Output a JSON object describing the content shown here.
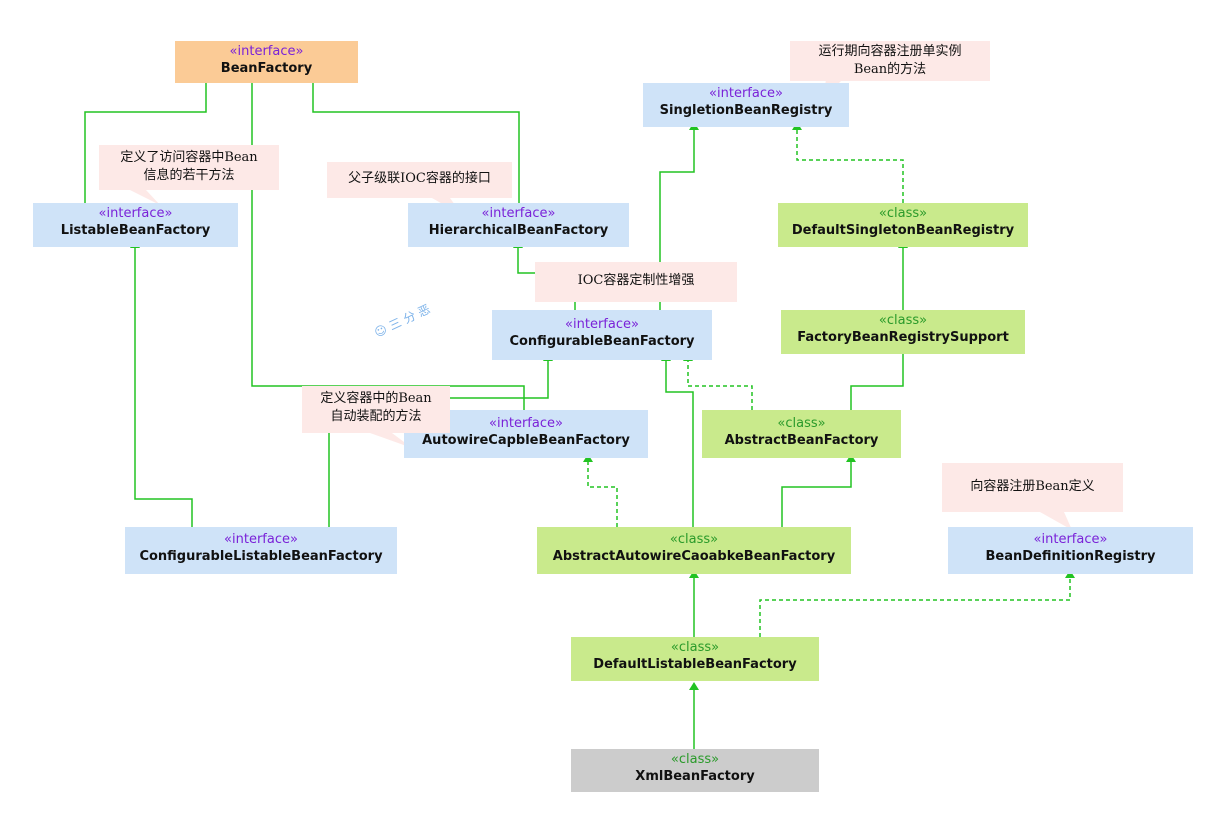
{
  "stereotypes": {
    "interface": "«interface»",
    "class": "«class»"
  },
  "nodes": {
    "bean_factory": "BeanFactory",
    "listable_bean_factory": "ListableBeanFactory",
    "hierarchical_bean_factory": "HierarchicalBeanFactory",
    "singleton_bean_registry": "SingletionBeanRegistry",
    "default_singleton_bean_registry": "DefaultSingletonBeanRegistry",
    "configurable_bean_factory": "ConfigurableBeanFactory",
    "factory_bean_registry_support": "FactoryBeanRegistrySupport",
    "autowire_capable_bean_factory": "AutowireCapbleBeanFactory",
    "abstract_bean_factory": "AbstractBeanFactory",
    "configurable_listable_bean_factory": "ConfigurableListableBeanFactory",
    "abstract_autowire_capable_bean_factory": "AbstractAutowireCaoabkeBeanFactory",
    "bean_definition_registry": "BeanDefinitionRegistry",
    "default_listable_bean_factory": "DefaultListableBeanFactory",
    "xml_bean_factory": "XmlBeanFactory"
  },
  "notes": {
    "singleton_line1": "运行期向容器注册单实例",
    "singleton_line2": "Bean的方法",
    "listable_line1": "定义了访问容器中Bean",
    "listable_line2": "信息的若干方法",
    "hierarchical": "父子级联IOC容器的接口",
    "configurable": "IOC容器定制性增强",
    "autowire_line1": "定义容器中的Bean",
    "autowire_line2": "自动装配的方法",
    "registry": "向容器注册Bean定义"
  },
  "watermark": "三 分 恶",
  "colors": {
    "interface_fill": "#cfe3f8",
    "class_fill": "#c9ea8c",
    "root_fill": "#fbcb96",
    "xml_fill": "#cccccc",
    "note_fill": "#fde9e7",
    "edge": "#22c322",
    "interface_stereotype": "#7a22d8",
    "class_stereotype": "#2a9a2a"
  }
}
